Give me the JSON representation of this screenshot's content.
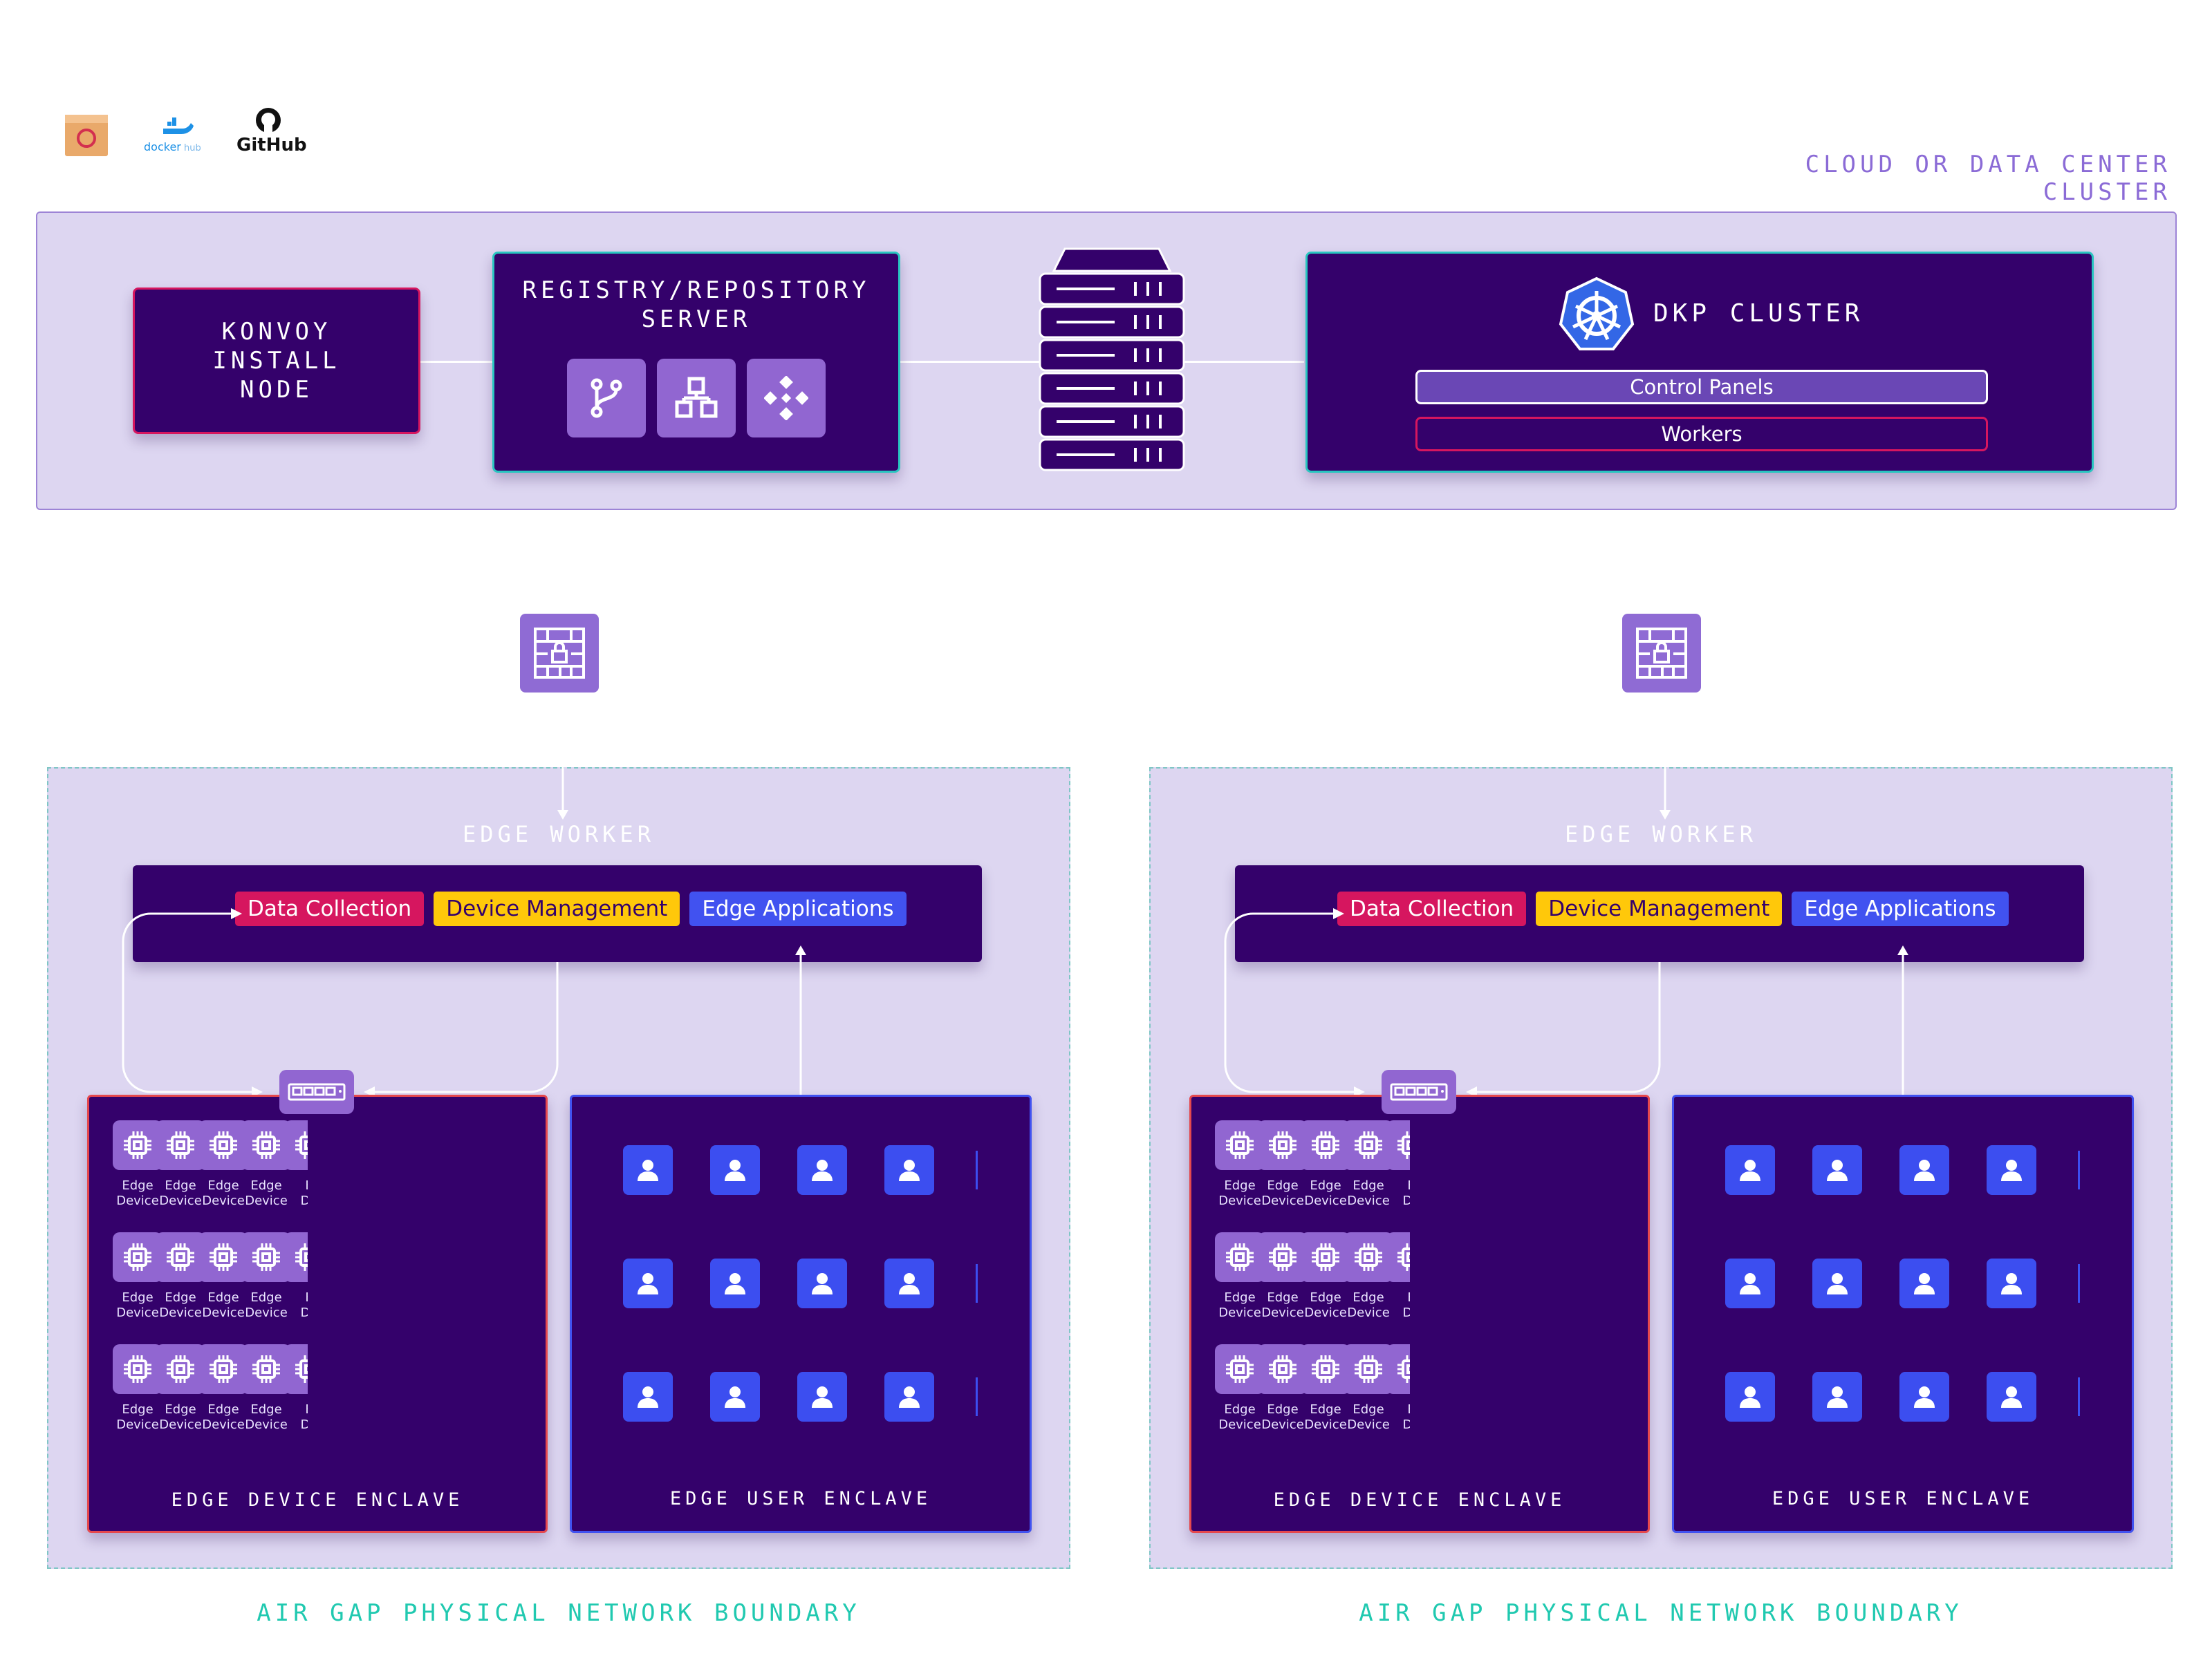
{
  "logos": {
    "package": "package-icon",
    "docker": "dockerhub",
    "github": "GitHub"
  },
  "cluster": {
    "label": "CLOUD OR DATA CENTER CLUSTER",
    "konvoy": [
      "KONVOY",
      "INSTALL",
      "NODE"
    ],
    "registry": [
      "REGISTRY/REPOSITORY",
      "SERVER"
    ],
    "dkp_title": "DKP CLUSTER",
    "control_panels": "Control Panels",
    "workers": "Workers"
  },
  "boundaries": [
    {
      "edge_worker": "EDGE WORKER",
      "pills": [
        "Data Collection",
        "Device Management",
        "Edge Applications"
      ],
      "device_enclave": "EDGE DEVICE ENCLAVE",
      "user_enclave": "EDGE USER ENCLAVE",
      "boundary_label": "AIR GAP PHYSICAL NETWORK BOUNDARY",
      "device_label": [
        "Edge",
        "Device"
      ],
      "partial_label": [
        "E",
        "De"
      ]
    },
    {
      "edge_worker": "EDGE WORKER",
      "pills": [
        "Data Collection",
        "Device Management",
        "Edge Applications"
      ],
      "device_enclave": "EDGE DEVICE ENCLAVE",
      "user_enclave": "EDGE USER ENCLAVE",
      "boundary_label": "AIR GAP PHYSICAL NETWORK BOUNDARY",
      "device_label": [
        "Edge",
        "Device"
      ],
      "partial_label": [
        "E",
        "De"
      ]
    }
  ],
  "colors": {
    "dark_purple": "#34016b",
    "data_collection": "#d6165f",
    "device_management": "#ffc80a",
    "edge_applications": "#4152f0",
    "boundary_teal": "#20c9b0",
    "cluster_label": "#8b6bd6"
  }
}
